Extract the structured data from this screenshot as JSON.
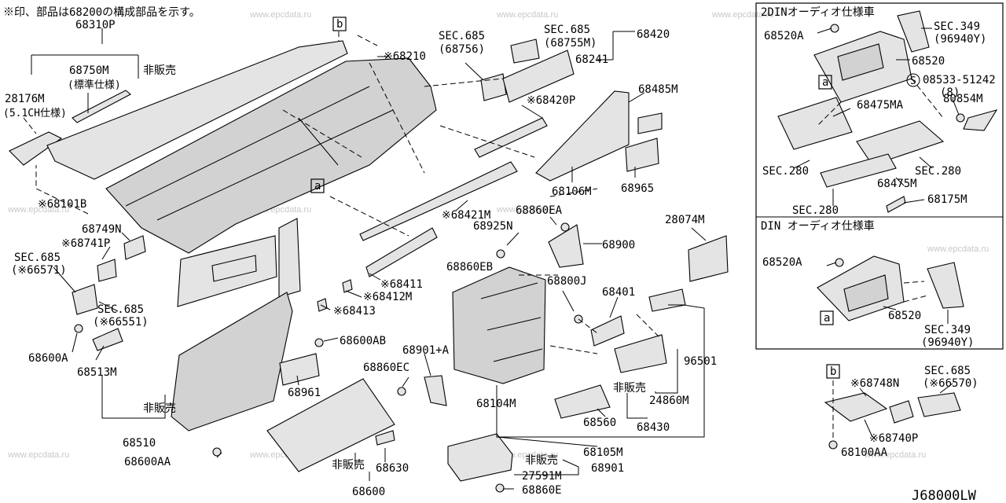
{
  "note": "※印、部品は68200の構成部品を示す。",
  "diagram_code": "J68000LW",
  "watermark": "www.epcdata.ru",
  "ref_a": "a",
  "ref_b": "b",
  "labels": {
    "l68310P": "68310P",
    "l68750M": "68750M",
    "std_spec": "(標準仕様)",
    "not_sold_1": "非販売",
    "l28176M": "28176M",
    "ch51_spec": "(5.1CH仕様)",
    "l68210": "※68210",
    "sec685_68756_a": "SEC.685",
    "sec685_68756_b": "(68756)",
    "sec685_68755_a": "SEC.685",
    "sec685_68755_b": "(68755M)",
    "l68420": "68420",
    "l68241": "68241",
    "l68420P": "※68420P",
    "l68485M": "68485M",
    "l68101B": "※68101B",
    "l68421M": "※68421M",
    "l68106M": "68106M",
    "l68965": "68965",
    "l68749N": "68749N",
    "l68741P": "※68741P",
    "sec685_66571_a": "SEC.685",
    "sec685_66571_b": "(※66571)",
    "l68860EA": "68860EA",
    "l68925N": "68925N",
    "l28074M": "28074M",
    "l68900": "68900",
    "l68860EB": "68860EB",
    "l68411": "※68411",
    "l68412M": "※68412M",
    "l68413": "※68413",
    "sec685_66551_a": "SEC.685",
    "sec685_66551_b": "(※66551)",
    "l68800J": "68800J",
    "l68401": "68401",
    "l68600A": "68600A",
    "l68513M": "68513M",
    "l68600AB": "68600AB",
    "l68901A": "68901+A",
    "l96501": "96501",
    "l68860EC": "68860EC",
    "l68961": "68961",
    "not_sold_2": "非販売",
    "l24860M": "24860M",
    "not_sold_3": "非販売",
    "l68104M": "68104M",
    "l68510": "68510",
    "l68560": "68560",
    "l68430": "68430",
    "l68600AA": "68600AA",
    "l68105M": "68105M",
    "not_sold_4": "非販売",
    "l68630": "68630",
    "not_sold_5": "非販売",
    "l68901": "68901",
    "l27591M": "27591M",
    "l68600": "68600",
    "l68860E": "68860E"
  },
  "inset_2din": {
    "title": "2DINオーディオ仕様車",
    "l68520A": "68520A",
    "sec349_a": "SEC.349",
    "sec349_b": "(96940Y)",
    "l68520": "68520",
    "screw_code": "08533-51242",
    "screw_qty": "(8)",
    "l68475MA": "68475MA",
    "l80854M": "80854M",
    "sec280_1": "SEC.280",
    "sec280_2": "SEC.280",
    "l68475M": "68475M",
    "l68175M": "68175M",
    "sec280_3": "SEC.280"
  },
  "inset_din": {
    "title": "DIN オーディオ仕様車",
    "l68520A": "68520A",
    "l68520": "68520",
    "sec349_a": "SEC.349",
    "sec349_b": "(96940Y)"
  },
  "detail_b": {
    "sec685_a": "SEC.685",
    "sec685_b": "(※66570)",
    "l68748N": "※68748N",
    "l68740P": "※68740P",
    "l68100AA": "68100AA"
  }
}
